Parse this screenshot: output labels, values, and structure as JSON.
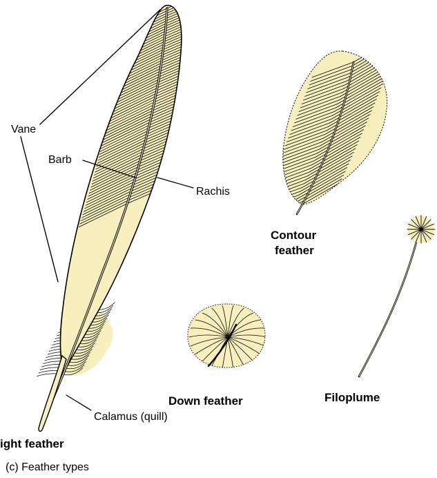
{
  "labels": {
    "vane": "Vane",
    "barb": "Barb",
    "rachis": "Rachis",
    "calamus": "Calamus (quill)",
    "flight_feather": "ight feather",
    "contour_line1": "Contour",
    "contour_line2": "feather",
    "down_feather": "Down feather",
    "filoplume": "Filoplume",
    "caption": "(c)  Feather types"
  },
  "colors": {
    "feather_fill": "#f7efbe",
    "ink": "#000000"
  }
}
